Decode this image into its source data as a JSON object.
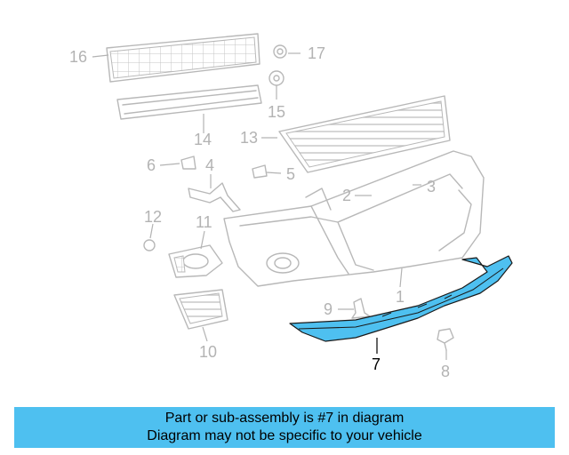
{
  "diagram": {
    "callouts": [
      "1",
      "2",
      "3",
      "4",
      "5",
      "6",
      "7",
      "8",
      "9",
      "10",
      "11",
      "12",
      "13",
      "14",
      "15",
      "16",
      "17"
    ],
    "highlighted_part": "7",
    "highlight_color": "#4ec0f0",
    "line_color": "#b8b8b8"
  },
  "caption": {
    "line1": "Part or sub-assembly is #7 in diagram",
    "line2": "Diagram may not be specific to your vehicle",
    "background": "#4ec0f0"
  }
}
